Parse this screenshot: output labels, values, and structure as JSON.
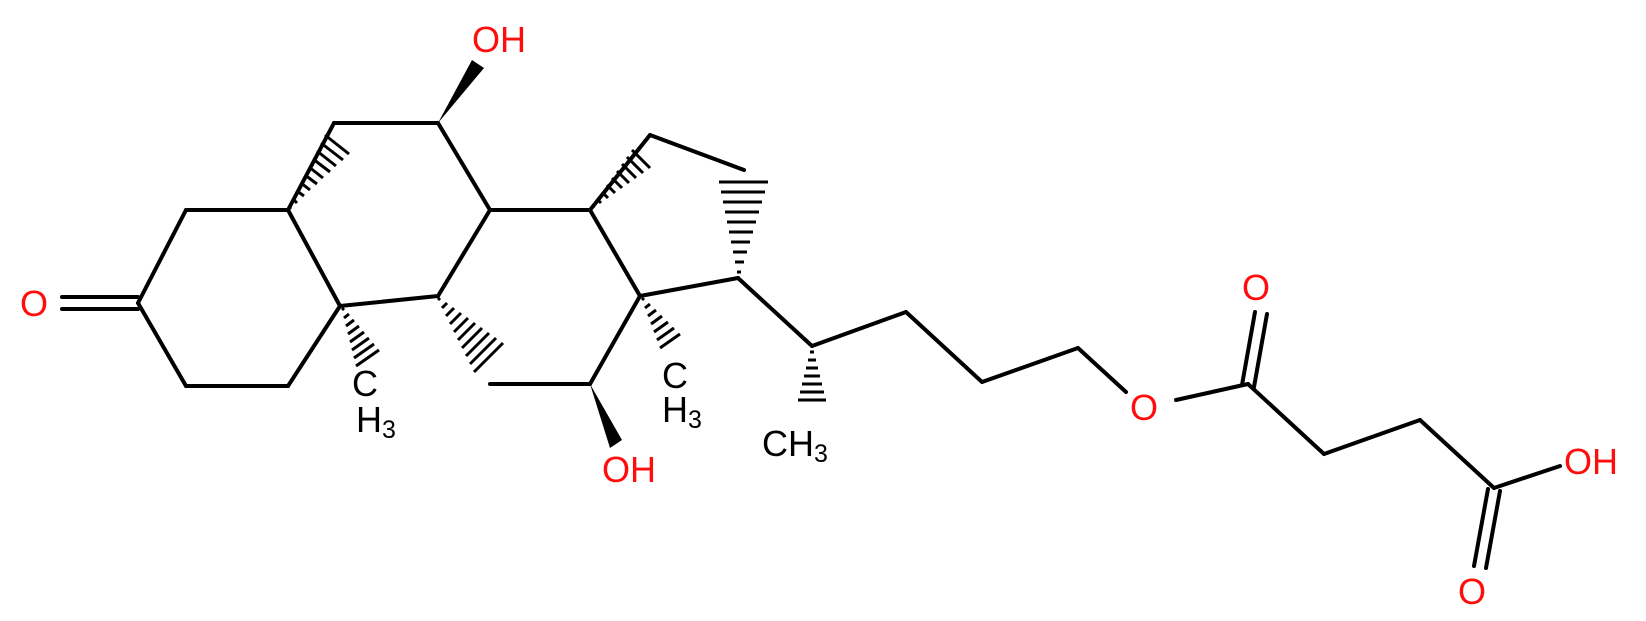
{
  "colors": {
    "bond": "#000000",
    "oxygen": "#ff0d0d",
    "carbon_label": "#000000",
    "background": "#ffffff"
  },
  "labels": {
    "oxo_o": "O",
    "oh_7": "OH",
    "oh_12": "OH",
    "me_10_main": "H",
    "me_10_sub": "3",
    "me_13_main": "H",
    "me_13_sub": "3",
    "me_20_main": "CH",
    "me_20_sub": "3",
    "ester_o": "O",
    "ester_co_o": "O",
    "acid_oh": "OH",
    "acid_co_o": "O"
  }
}
